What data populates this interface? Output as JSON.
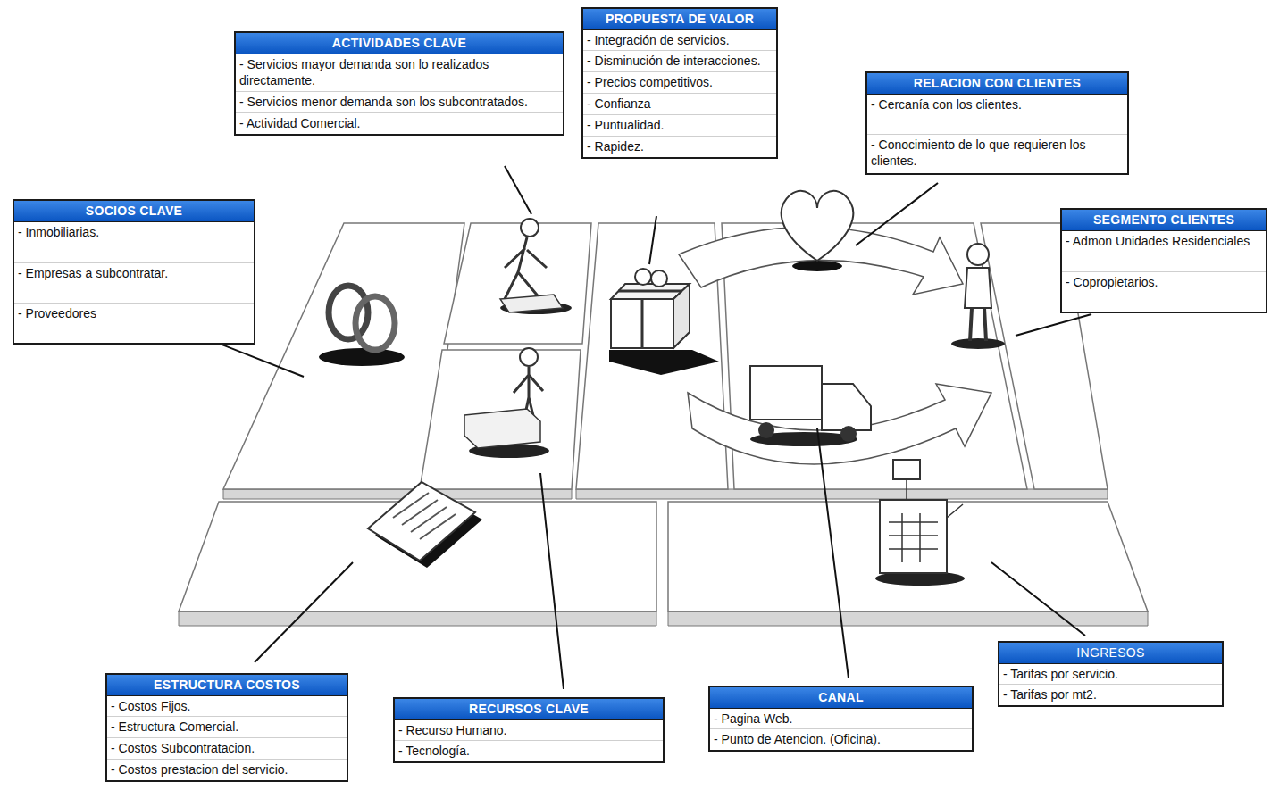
{
  "diagram": {
    "nodes": [
      {
        "text": [
          "ACTIVIDADES CLAVE",
          "- Servicios mayor demanda son lo realizados directamente.",
          "- Servicios menor demanda son los subcontratados.",
          "- Actividad Comercial."
        ]
      },
      {
        "text": [
          "PROPUESTA DE VALOR",
          "- Integración de servicios.",
          "- Disminución de interacciones.",
          "- Precios competitivos.",
          "- Confianza",
          "- Puntualidad.",
          "- Rapidez."
        ]
      },
      {
        "text": [
          "RELACION CON CLIENTES",
          "- Cercanía con los clientes.",
          "- Conocimiento de lo que requieren los clientes."
        ]
      },
      {
        "text": [
          "SOCIOS CLAVE",
          "- Inmobiliarias.",
          "- Empresas a subcontratar.",
          "- Proveedores"
        ]
      },
      {
        "text": [
          "SEGMENTO CLIENTES",
          "- Admon Unidades Residenciales",
          "- Copropietarios."
        ]
      },
      {
        "text": [
          "ESTRUCTURA COSTOS",
          "- Costos Fijos.",
          "- Estructura Comercial.",
          "- Costos Subcontratacion.",
          "- Costos prestacion del servicio."
        ]
      },
      {
        "text": [
          "RECURSOS CLAVE",
          "- Recurso Humano.",
          "- Tecnología."
        ]
      },
      {
        "text": [
          "CANAL",
          "- Pagina Web.",
          "- Punto de Atencion. (Oficina)."
        ]
      },
      {
        "text": [
          "INGRESOS",
          "- Tarifas por servicio.",
          "- Tarifas por mt2."
        ]
      }
    ]
  }
}
